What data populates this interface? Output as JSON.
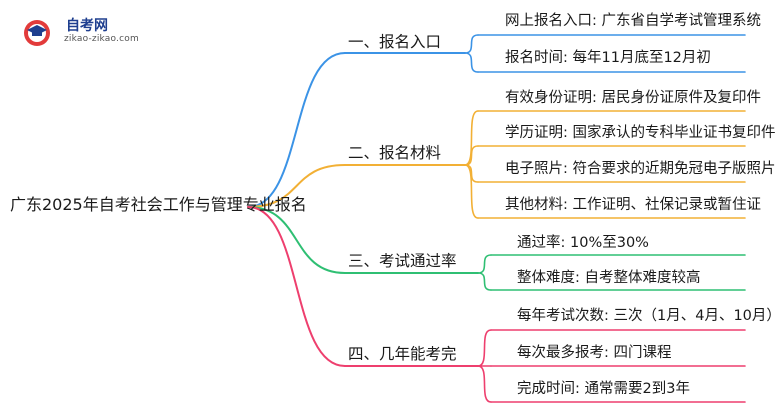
{
  "logo": {
    "title": "自考网",
    "subtitle": "zikao-zikao.com"
  },
  "colors": {
    "branch1": "#3b93e6",
    "branch2": "#f2b035",
    "branch3": "#2fbf73",
    "branch4": "#ee3f6e"
  },
  "mindmap": {
    "root": "广东2025年自考社会工作与管理专业报名",
    "branches": [
      {
        "label": "一、报名入口",
        "children": [
          "网上报名入口: 广东省自学考试管理系统",
          "报名时间: 每年11月底至12月初"
        ]
      },
      {
        "label": "二、报名材料",
        "children": [
          "有效身份证明: 居民身份证原件及复印件",
          "学历证明: 国家承认的专科毕业证书复印件",
          "电子照片: 符合要求的近期免冠电子版照片",
          "其他材料: 工作证明、社保记录或暂住证"
        ]
      },
      {
        "label": "三、考试通过率",
        "children": [
          "通过率: 10%至30%",
          "整体难度: 自考整体难度较高"
        ]
      },
      {
        "label": "四、几年能考完",
        "children": [
          "每年考试次数: 三次（1月、4月、10月）",
          "每次最多报考: 四门课程",
          "完成时间: 通常需要2到3年"
        ]
      }
    ]
  }
}
